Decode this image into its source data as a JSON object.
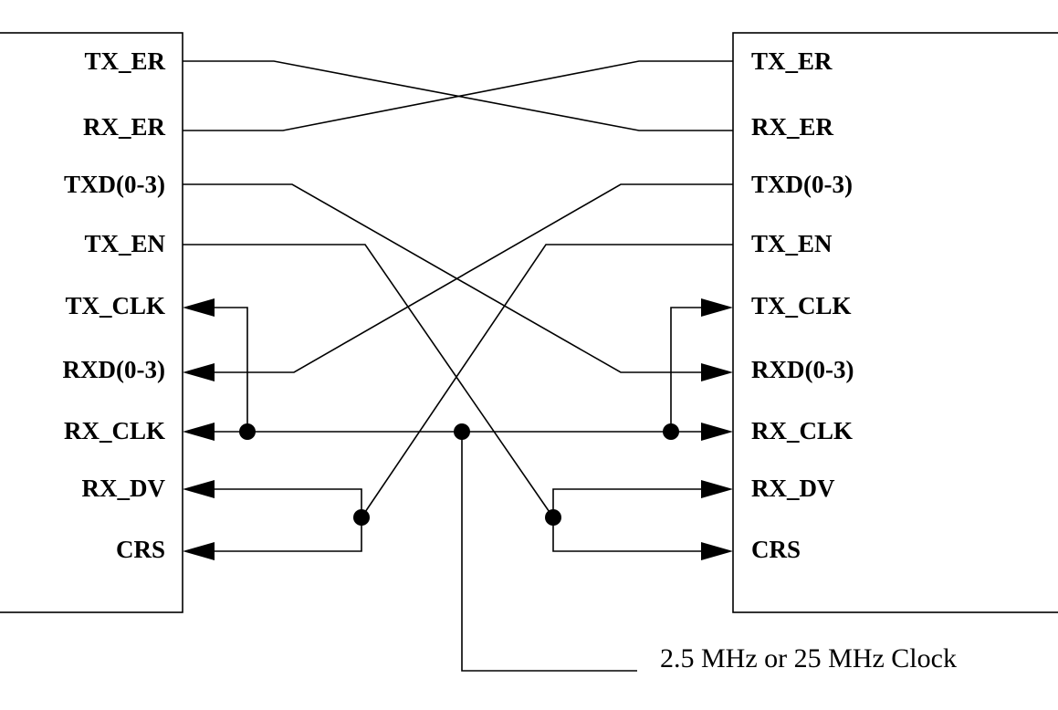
{
  "left_device": {
    "signals": [
      "TX_ER",
      "RX_ER",
      "TXD(0-3)",
      "TX_EN",
      "TX_CLK",
      "RXD(0-3)",
      "RX_CLK",
      "RX_DV",
      "CRS"
    ]
  },
  "right_device": {
    "signals": [
      "TX_ER",
      "RX_ER",
      "TXD(0-3)",
      "TX_EN",
      "TX_CLK",
      "RXD(0-3)",
      "RX_CLK",
      "RX_DV",
      "CRS"
    ]
  },
  "clock_source": {
    "label": "2.5 MHz or 25 MHz Clock"
  },
  "colors": {
    "line": "#000000",
    "background": "#ffffff"
  }
}
